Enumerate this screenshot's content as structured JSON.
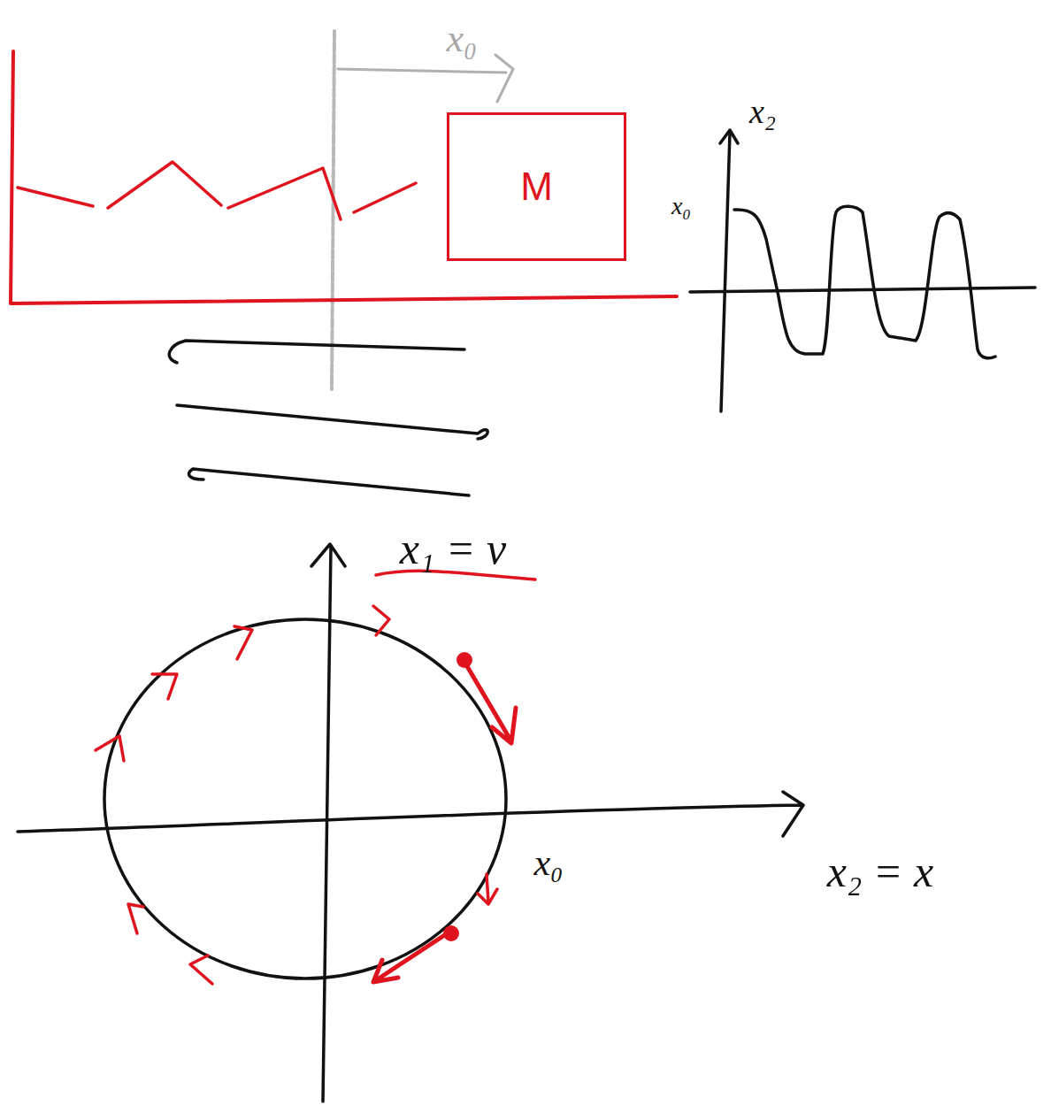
{
  "diagram": {
    "nodes": [
      {
        "text": [
          "M"
        ]
      }
    ],
    "labels": [
      "x₀",
      "x₂",
      "x₀",
      "x₁ = v",
      "x₂ = x",
      "x₀"
    ]
  }
}
